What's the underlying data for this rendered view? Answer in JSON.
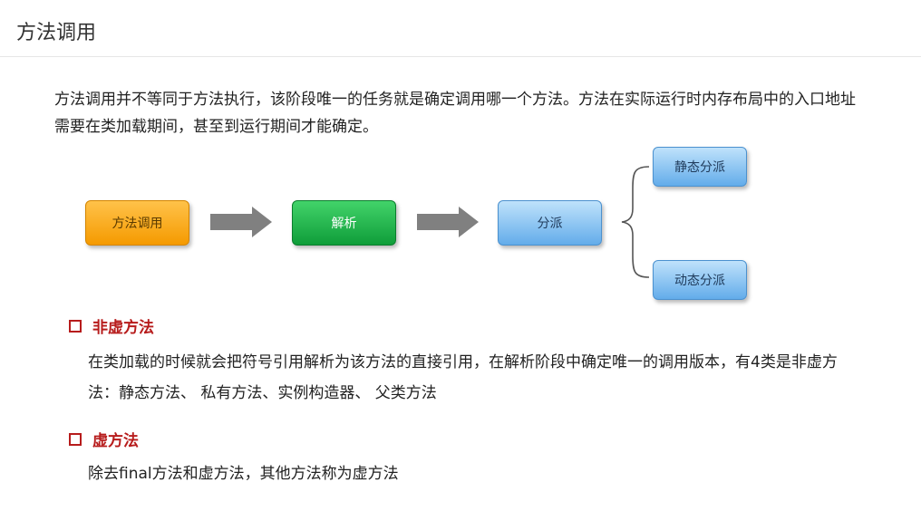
{
  "slide": {
    "title": "方法调用",
    "intro": "方法调用并不等同于方法执行，该阶段唯一的任务就是确定调用哪一个方法。方法在实际运行时内存布局中的入口地址需要在类加载期间，甚至到运行期间才能确定。"
  },
  "diagram": {
    "nodes": {
      "invoke": "方法调用",
      "resolve": "解析",
      "dispatch": "分派",
      "static_dispatch": "静态分派",
      "dynamic_dispatch": "动态分派"
    },
    "colors": {
      "invoke": "#f59a00",
      "resolve": "#0f9d3a",
      "dispatch": "#63acea",
      "arrow": "#808080"
    }
  },
  "sections": [
    {
      "heading": "非虚方法",
      "body": "在类加载的时候就会把符号引用解析为该方法的直接引用，在解析阶段中确定唯一的调用版本，有4类是非虚方法：静态方法、 私有方法、实例构造器、 父类方法"
    },
    {
      "heading": "虚方法",
      "body": "除去final方法和虚方法，其他方法称为虚方法"
    }
  ],
  "icons": {
    "section_bullet": "square-bullet-icon",
    "flow_arrow": "right-arrow-icon",
    "branch_brace": "curly-brace-icon"
  },
  "accent_color": "#b71c1c"
}
